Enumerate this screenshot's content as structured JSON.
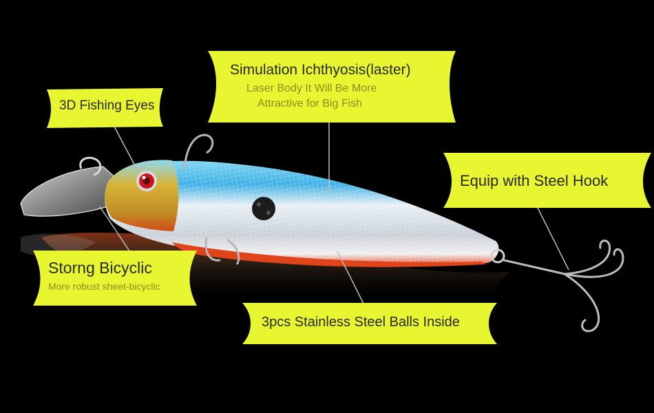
{
  "colors": {
    "background": "#000000",
    "callout_fill": "#e8f531",
    "headline_text": "#2a2a14",
    "subline_text": "#8a8f1a",
    "pointer_line": "#bfbfbf"
  },
  "callouts": {
    "eyes": {
      "title": "3D Fishing Eyes"
    },
    "ichthyosis": {
      "title": "Simulation Ichthyosis(laster)",
      "line1": "Laser Body It Will Be More",
      "line2": "Attractive for Big Fish"
    },
    "hook": {
      "title": "Equip with Steel Hook"
    },
    "bicyclic": {
      "title": "Storng Bicyclic",
      "subtitle": "More robust sheet-bicyclic"
    },
    "balls": {
      "title": "3pcs Stainless Steel Balls Inside"
    }
  },
  "product": {
    "name": "minnow-fishing-lure",
    "features": [
      "laser-scale-body",
      "3d-eye",
      "treble-hooks",
      "split-rings",
      "clear-diving-lip"
    ]
  }
}
